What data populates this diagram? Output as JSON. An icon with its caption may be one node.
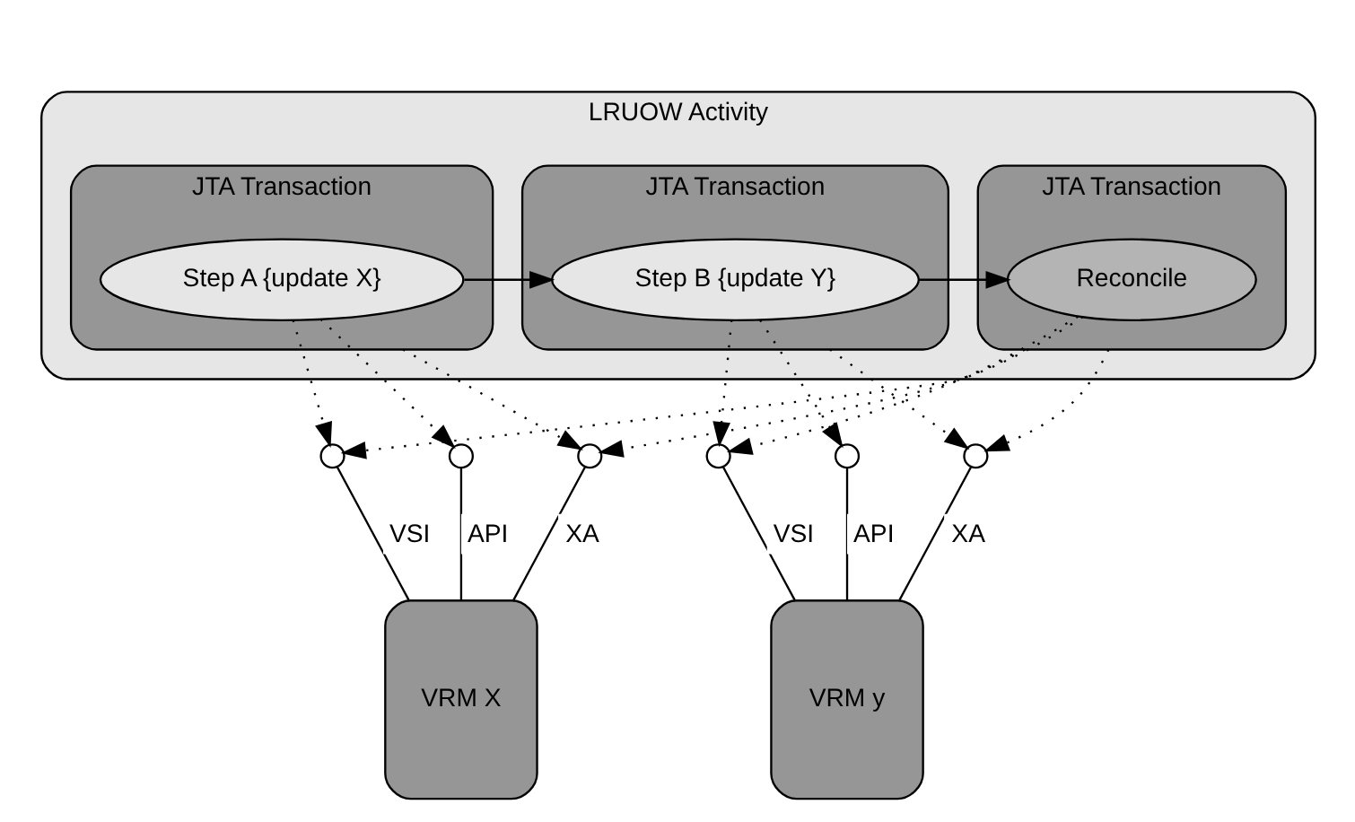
{
  "diagram": {
    "nodes": [
      {
        "text": [
          "LRUOW Activity"
        ]
      },
      {
        "text": [
          "JTA Transaction"
        ],
        "in": 0
      },
      {
        "text": [
          "Step A {update X}"
        ],
        "in": 1
      },
      {
        "text": [
          "JTA Transaction"
        ],
        "in": 0
      },
      {
        "text": [
          "Step B {update Y}"
        ],
        "in": 3
      },
      {
        "text": [
          "JTA Transaction"
        ],
        "in": 0
      },
      {
        "text": [
          "Reconcile"
        ],
        "in": 5
      },
      {
        "text": [
          "VRM X"
        ]
      },
      {
        "text": [
          "VRM y"
        ]
      },
      {
        "text": [],
        "shape": "circle"
      },
      {
        "text": [],
        "shape": "circle"
      },
      {
        "text": [],
        "shape": "circle"
      },
      {
        "text": [],
        "shape": "circle"
      },
      {
        "text": [],
        "shape": "circle"
      },
      {
        "text": [],
        "shape": "circle"
      }
    ],
    "edges": [
      {
        "from": 2,
        "to": 4,
        "arrow": "to"
      },
      {
        "from": 4,
        "to": 6,
        "arrow": "to"
      },
      {
        "from": 1,
        "to": 11,
        "arrow": "to",
        "style": "dashed"
      },
      {
        "from": 5,
        "to": 11,
        "arrow": "to",
        "style": "dashed"
      },
      {
        "from": 2,
        "to": 10,
        "arrow": "to",
        "style": "dashed"
      },
      {
        "from": 2,
        "to": 9,
        "arrow": "to",
        "style": "dashed"
      },
      {
        "from": 6,
        "to": 9,
        "arrow": "to",
        "style": "dashed"
      },
      {
        "from": 3,
        "to": 14,
        "arrow": "to",
        "style": "dashed"
      },
      {
        "from": 5,
        "to": 14,
        "arrow": "to",
        "style": "dashed"
      },
      {
        "from": 4,
        "to": 13,
        "arrow": "to",
        "style": "dashed"
      },
      {
        "from": 4,
        "to": 12,
        "arrow": "to",
        "style": "dashed"
      },
      {
        "from": 6,
        "to": 12,
        "arrow": "to",
        "style": "dashed"
      },
      {
        "from": 11,
        "to": 7,
        "label": "XA",
        "arrow": "none"
      },
      {
        "from": 10,
        "to": 7,
        "label": "API",
        "arrow": "none"
      },
      {
        "from": 9,
        "to": 7,
        "label": "VSI",
        "arrow": "none"
      },
      {
        "from": 14,
        "to": 8,
        "label": "XA",
        "arrow": "none"
      },
      {
        "from": 13,
        "to": 8,
        "label": "API",
        "arrow": "none"
      },
      {
        "from": 12,
        "to": 8,
        "label": "VSI",
        "arrow": "none"
      }
    ]
  }
}
